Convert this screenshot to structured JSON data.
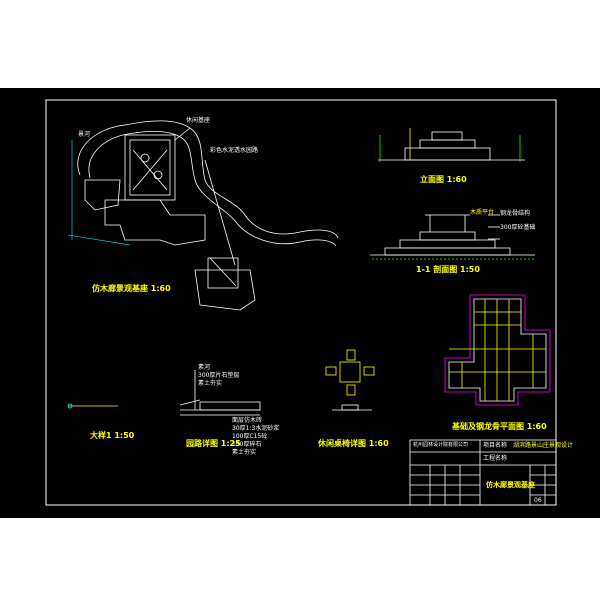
{
  "drawing": {
    "background": "#000000",
    "line_color": "#ffffff",
    "accent_yellow": "#ffff00",
    "accent_cyan": "#00ffff",
    "accent_green": "#00ff00",
    "accent_magenta": "#ff00ff",
    "accent_red": "#ff0000"
  },
  "views": {
    "plan_title": "仿木廊景观基座 1:60",
    "elevation_title": "立面图 1:60",
    "section_title": "1-1 剖面图 1:50",
    "foundation_title": "基础及钢龙骨平面图 1:60",
    "detail_a_title": "大样1 1:50",
    "path_title": "园路详图 1:25",
    "bench_title": "休闲桌椅详图 1:60"
  },
  "annotations": {
    "plan_top": "休闲基座",
    "plan_left": "景河",
    "plan_mid": "彩色水泥透水园路",
    "section_note_a": "木质平台",
    "section_note_b": "钢龙骨结构",
    "section_note_c": "300厚砼基础",
    "path_notes": [
      "素河",
      "300厚片石垫层",
      "素土夯实"
    ],
    "path_layers": [
      "面层仿木砖",
      "30厚1:3水泥砂浆",
      "100厚C15砼",
      "150厚碎石",
      "素土夯实"
    ]
  },
  "title_block": {
    "company": "杭州园林设计院有限公司",
    "project_label": "项目名称",
    "project_name": "湖滨路景山庄景观设计",
    "drawing_label": "工程名称",
    "drawing_name": "仿木廊景观基座",
    "sheet_no": "06"
  }
}
